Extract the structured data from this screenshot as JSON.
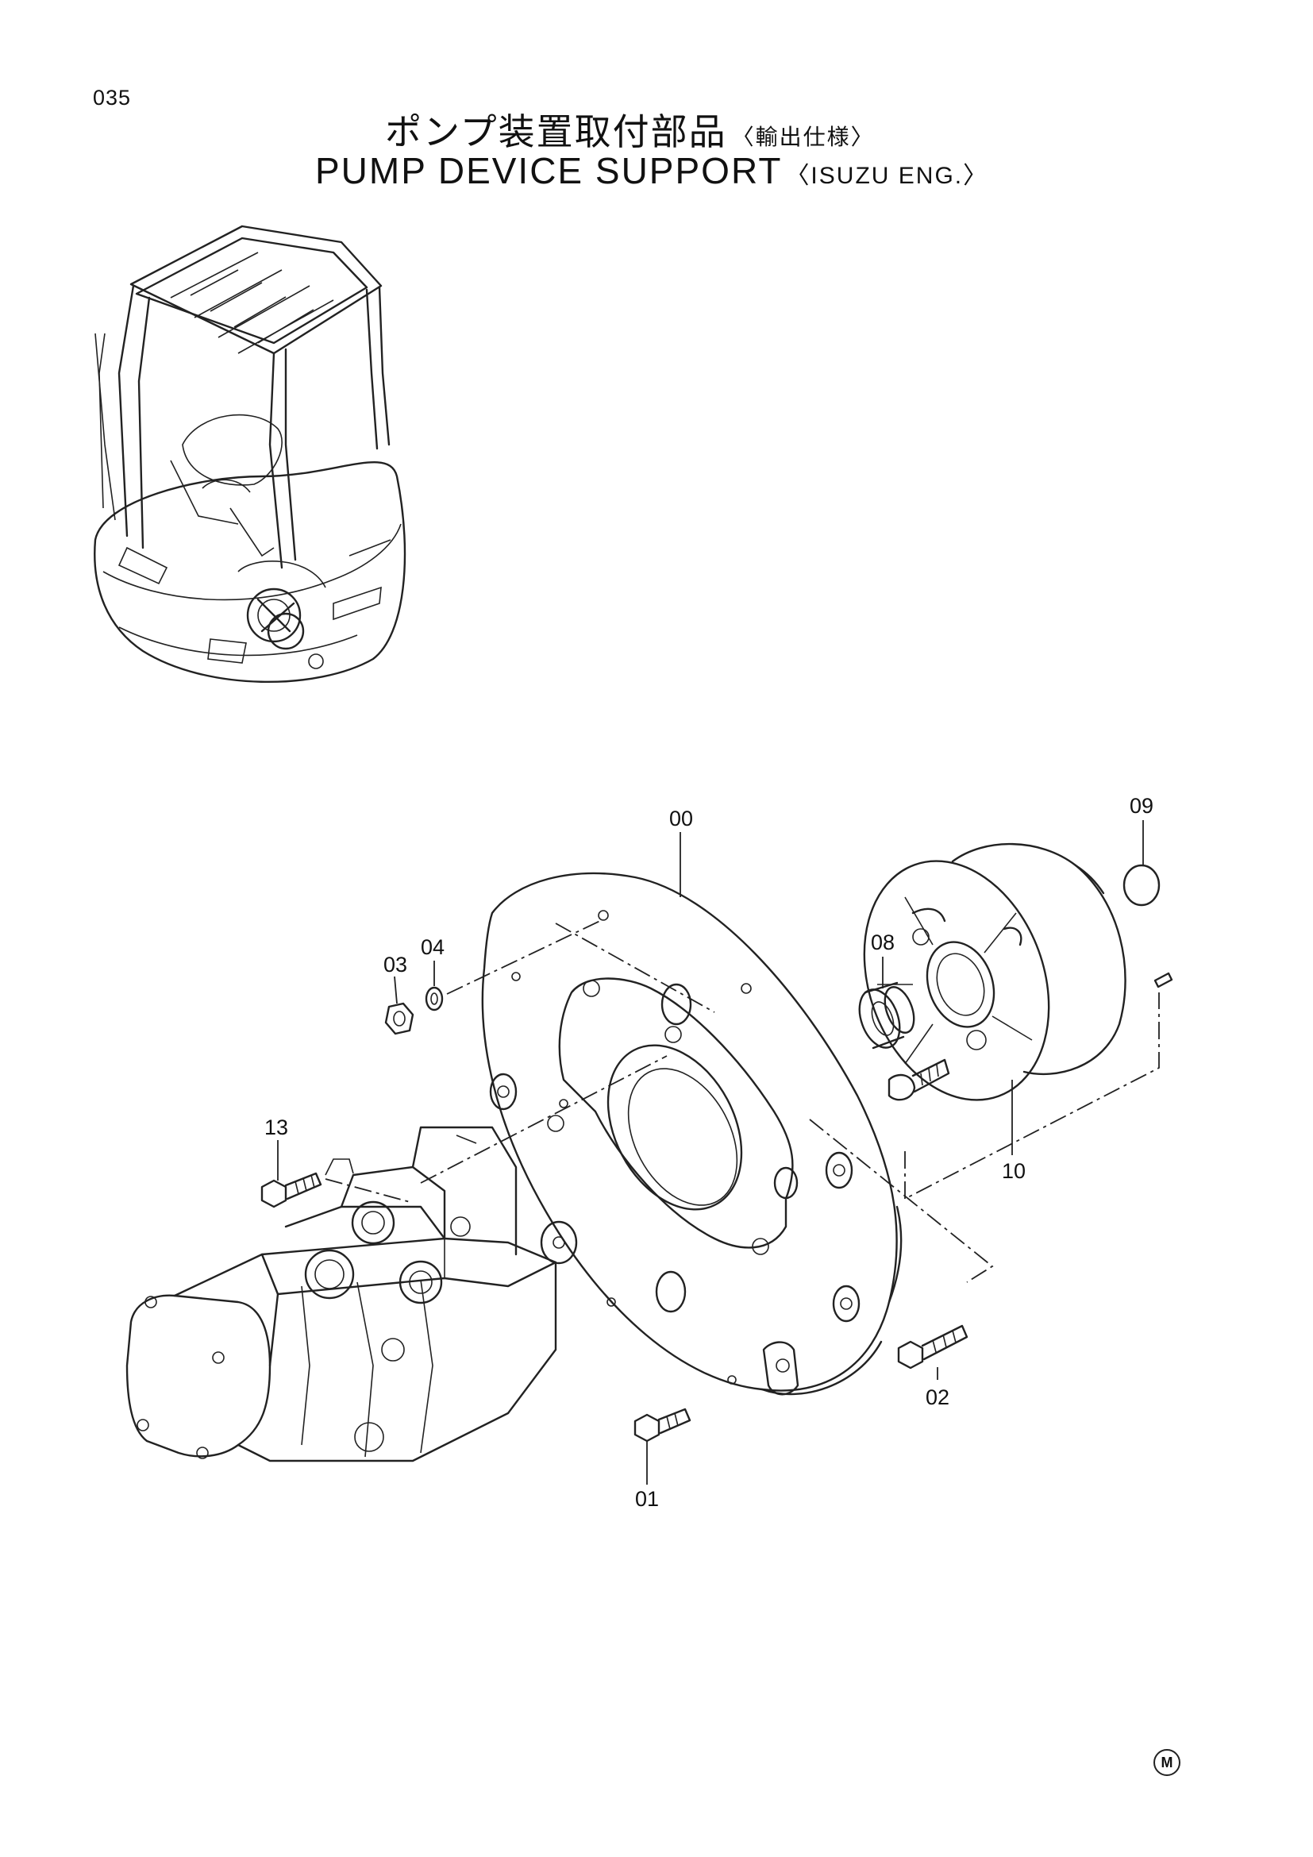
{
  "page": {
    "number": "035",
    "title_jp": "ポンプ装置取付部品",
    "title_jp_suffix": "〈輸出仕様〉",
    "title_en": "PUMP DEVICE SUPPORT",
    "title_en_suffix": "〈ISUZU ENG.〉",
    "mark": "M"
  },
  "callouts": [
    {
      "id": "00",
      "label": "00"
    },
    {
      "id": "01",
      "label": "01"
    },
    {
      "id": "02",
      "label": "02"
    },
    {
      "id": "03",
      "label": "03"
    },
    {
      "id": "04",
      "label": "04"
    },
    {
      "id": "08",
      "label": "08"
    },
    {
      "id": "09",
      "label": "09"
    },
    {
      "id": "10",
      "label": "10"
    },
    {
      "id": "13",
      "label": "13"
    }
  ]
}
